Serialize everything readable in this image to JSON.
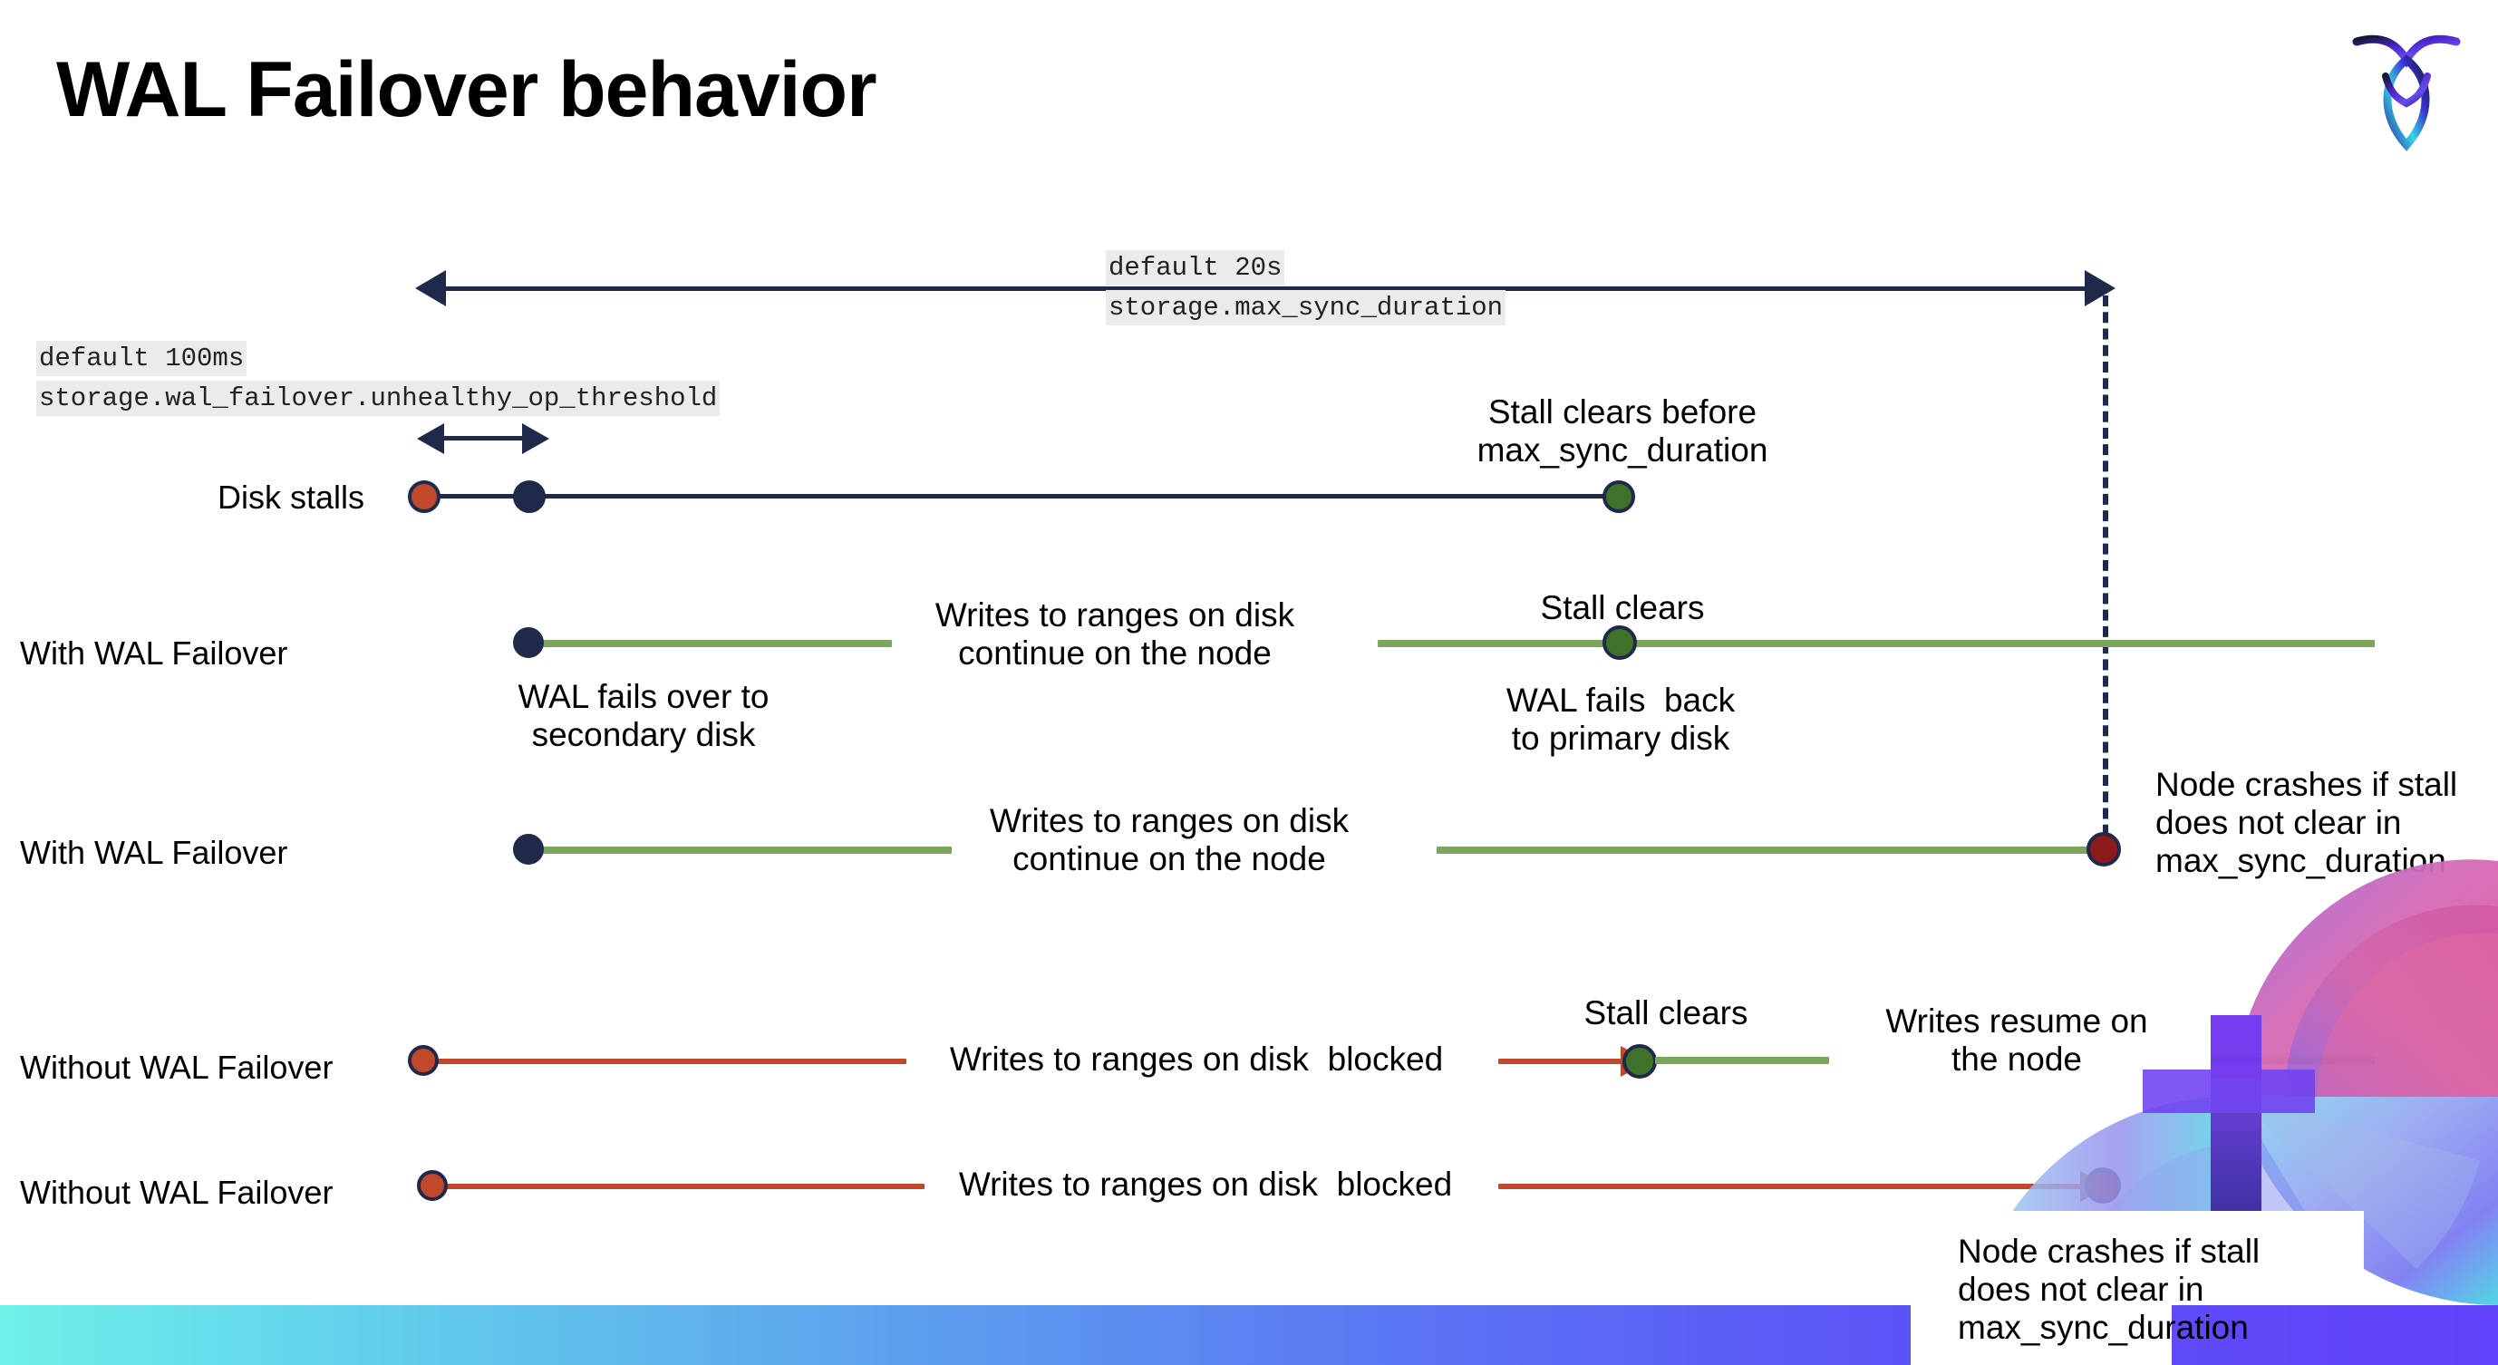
{
  "page_title": "WAL Failover behavior",
  "logo": {
    "name": "cockroachdb-logo"
  },
  "colors": {
    "navy": "#1f2a4a",
    "green_line": "#7aa75d",
    "green_dot": "#3f7228",
    "red_line": "#c0492b",
    "red_dot": "#c0492b",
    "dark_red_dot": "#8b1a1a",
    "chip_bg": "#ebebeb"
  },
  "code_chips": {
    "max_sync_duration": {
      "default": "default 20s",
      "setting": "storage.max_sync_duration"
    },
    "unhealthy_op_threshold": {
      "default": "default 100ms",
      "setting": "storage.wal_failover.unhealthy_op_threshold"
    }
  },
  "rows": {
    "disk_stalls": {
      "label": "Disk stalls",
      "annotation": "Stall clears before\nmax_sync_duration"
    },
    "with_failover_1": {
      "label": "With WAL Failover",
      "annot_writes": "Writes to ranges on disk\ncontinue on the node",
      "annot_stall_clears": "Stall clears",
      "annot_fails_over": "WAL fails over to\nsecondary disk",
      "annot_fails_back": "WAL fails  back\nto primary disk"
    },
    "with_failover_2": {
      "label": "With WAL Failover",
      "annot_writes": "Writes to ranges on disk\ncontinue on the node",
      "annot_crash": "Node crashes if stall\ndoes not clear in\nmax_sync_duration"
    },
    "without_failover_1": {
      "label": "Without WAL Failover",
      "annot_blocked": "Writes to ranges on disk  blocked",
      "annot_stall_clears": "Stall clears",
      "annot_resume": "Writes resume on\nthe node"
    },
    "without_failover_2": {
      "label": "Without WAL Failover",
      "annot_blocked": "Writes to ranges on disk  blocked",
      "annot_crash": "Node crashes if stall\ndoes not clear in\nmax_sync_duration"
    }
  }
}
